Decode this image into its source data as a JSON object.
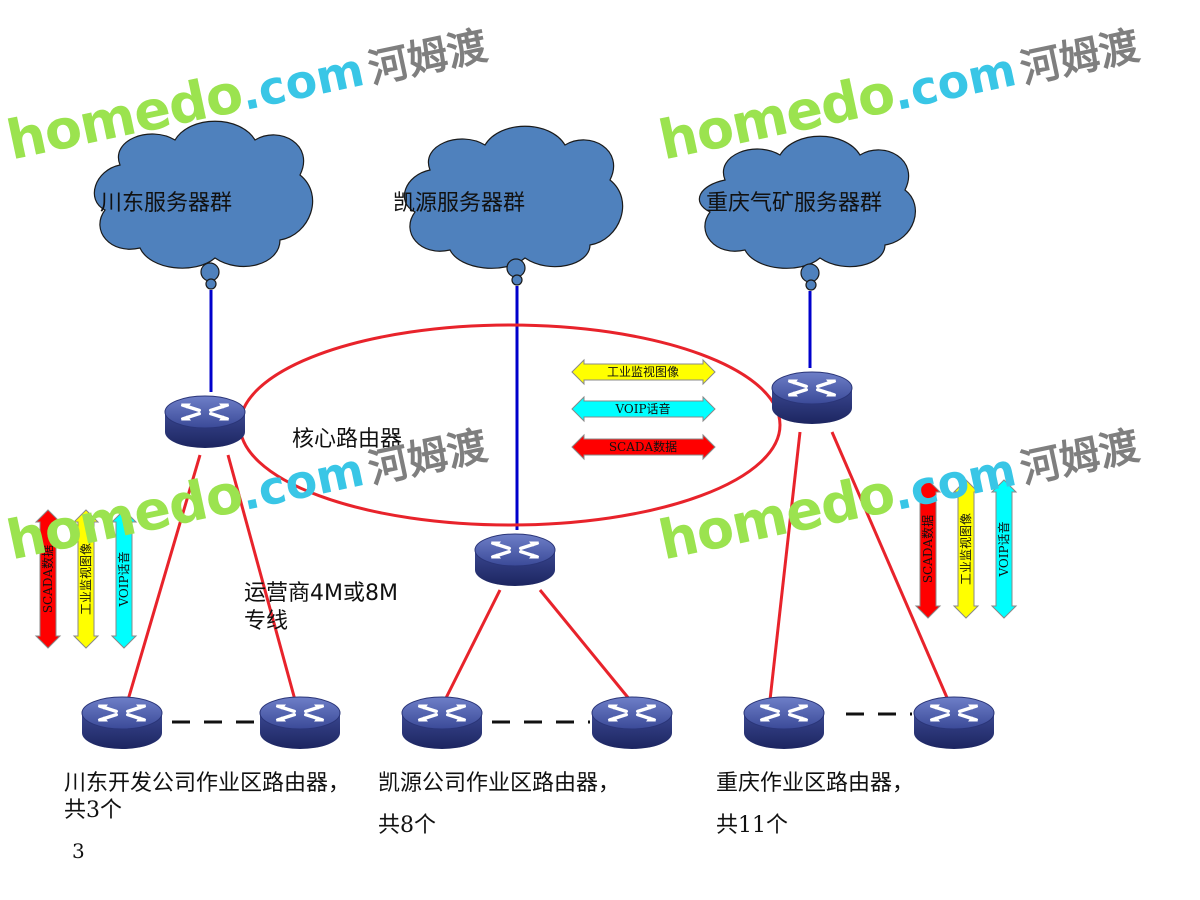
{
  "clouds": {
    "chuandong": "川东服务器群",
    "kaiyuan": "凯源服务器群",
    "chongqing": "重庆气矿服务器群"
  },
  "core_label": "核心路由器",
  "line_label": {
    "line1": "运营商4M或8M",
    "line2": "专线"
  },
  "legend": {
    "video": "工业监视图像",
    "voip": "VOIP话音",
    "scada": "SCADA数据"
  },
  "groups": {
    "chuandong": {
      "line1": "川东开发公司作业区路由器，",
      "line2": "共3个"
    },
    "kaiyuan": {
      "line1": "凯源公司作业区路由器，",
      "line2": "共8个"
    },
    "chongqing": {
      "line1": "重庆作业区路由器，",
      "line2": "共11个"
    }
  },
  "page_number": "3",
  "watermark": {
    "latin": "homedo",
    "dotcom": ".com",
    "cn": "河姆渡"
  },
  "colors": {
    "cloud": "#4f81bd",
    "ring": "#e8232b",
    "blue_link": "#0000cc",
    "red_link": "#e8232b",
    "scada": "#ff0000",
    "video": "#ffff00",
    "voip": "#00ffff",
    "router": "#3d4d9c"
  }
}
